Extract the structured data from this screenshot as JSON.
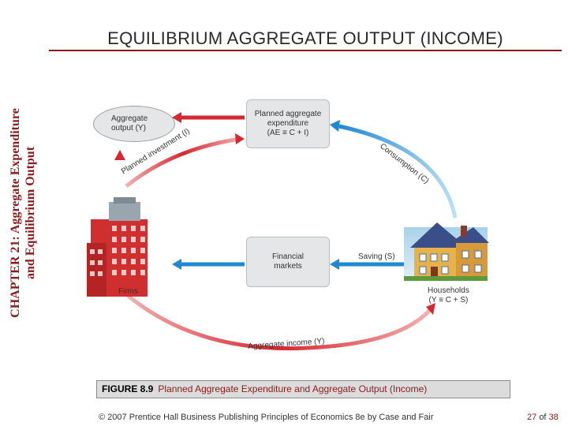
{
  "sidebar": {
    "line1": "CHAPTER 21:  Aggregate Expenditure",
    "line2": "and Equilibrium Output"
  },
  "title": "EQUILIBRIUM AGGREGATE OUTPUT (INCOME)",
  "diagram": {
    "aggregate_output": {
      "line1": "Aggregate",
      "line2": "output (Y)"
    },
    "planned_expenditure": {
      "line1": "Planned aggregate",
      "line2": "expenditure",
      "line3": "(AE ≡ C + I)"
    },
    "financial_markets": {
      "line1": "Financial",
      "line2": "markets"
    },
    "firms": "Firms",
    "households": {
      "line1": "Households",
      "line2": "(Y ≡ C + S)"
    },
    "planned_investment": "Planned investment (I)",
    "consumption": "Consumption (C)",
    "saving": "Saving (S)",
    "aggregate_income": "Aggregate income (Y)",
    "colors": {
      "red": "#d62832",
      "blue": "#1e88d2",
      "node": "#e4e6e7"
    }
  },
  "caption": {
    "figure": "FIGURE 8.9",
    "text": "Planned Aggregate Expenditure and Aggregate Output (Income)"
  },
  "footer": "© 2007 Prentice Hall Business Publishing   Principles of Economics 8e by Case and Fair",
  "page": {
    "current": "27",
    "of": "of",
    "total": "38"
  }
}
